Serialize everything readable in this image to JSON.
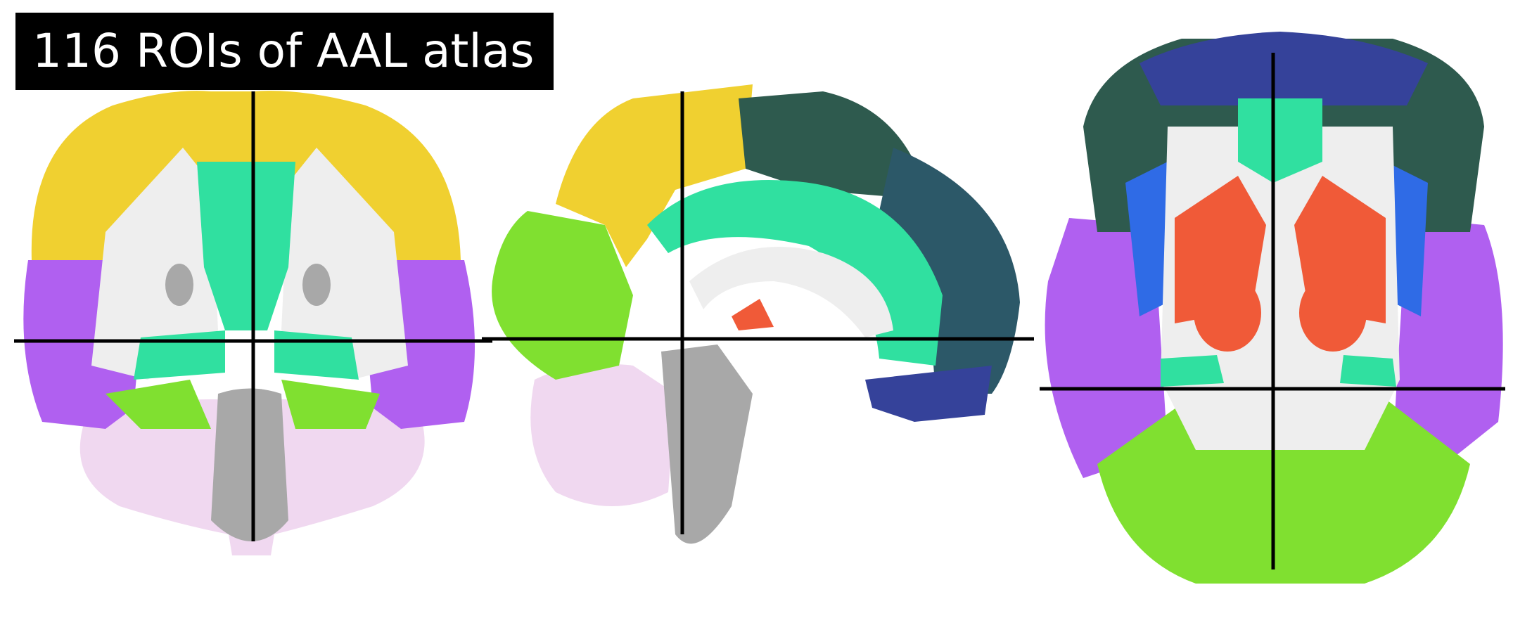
{
  "figure": {
    "title": "116 ROIs of AAL atlas",
    "background_color": "#ffffff",
    "crosshair_color": "#000000",
    "label_background": "#000000",
    "label_text_color": "#ffffff"
  },
  "views": [
    {
      "name": "coronal-view"
    },
    {
      "name": "sagittal-view"
    },
    {
      "name": "axial-view"
    }
  ],
  "region_colors": {
    "parietal": "#f0d030",
    "temporal": "#b060f0",
    "cingulate": "#30e0a0",
    "occipital": "#80e030",
    "cerebellum": "#f0d8f0",
    "frontal_dark": "#2e5a4e",
    "frontal_medial": "#2c5868",
    "orbitofrontal": "#35429a",
    "insula": "#2f6be6",
    "subcortical": "#f05a38",
    "white_matter": "#eeeeee",
    "gray_tissue": "#a8a8a8"
  }
}
